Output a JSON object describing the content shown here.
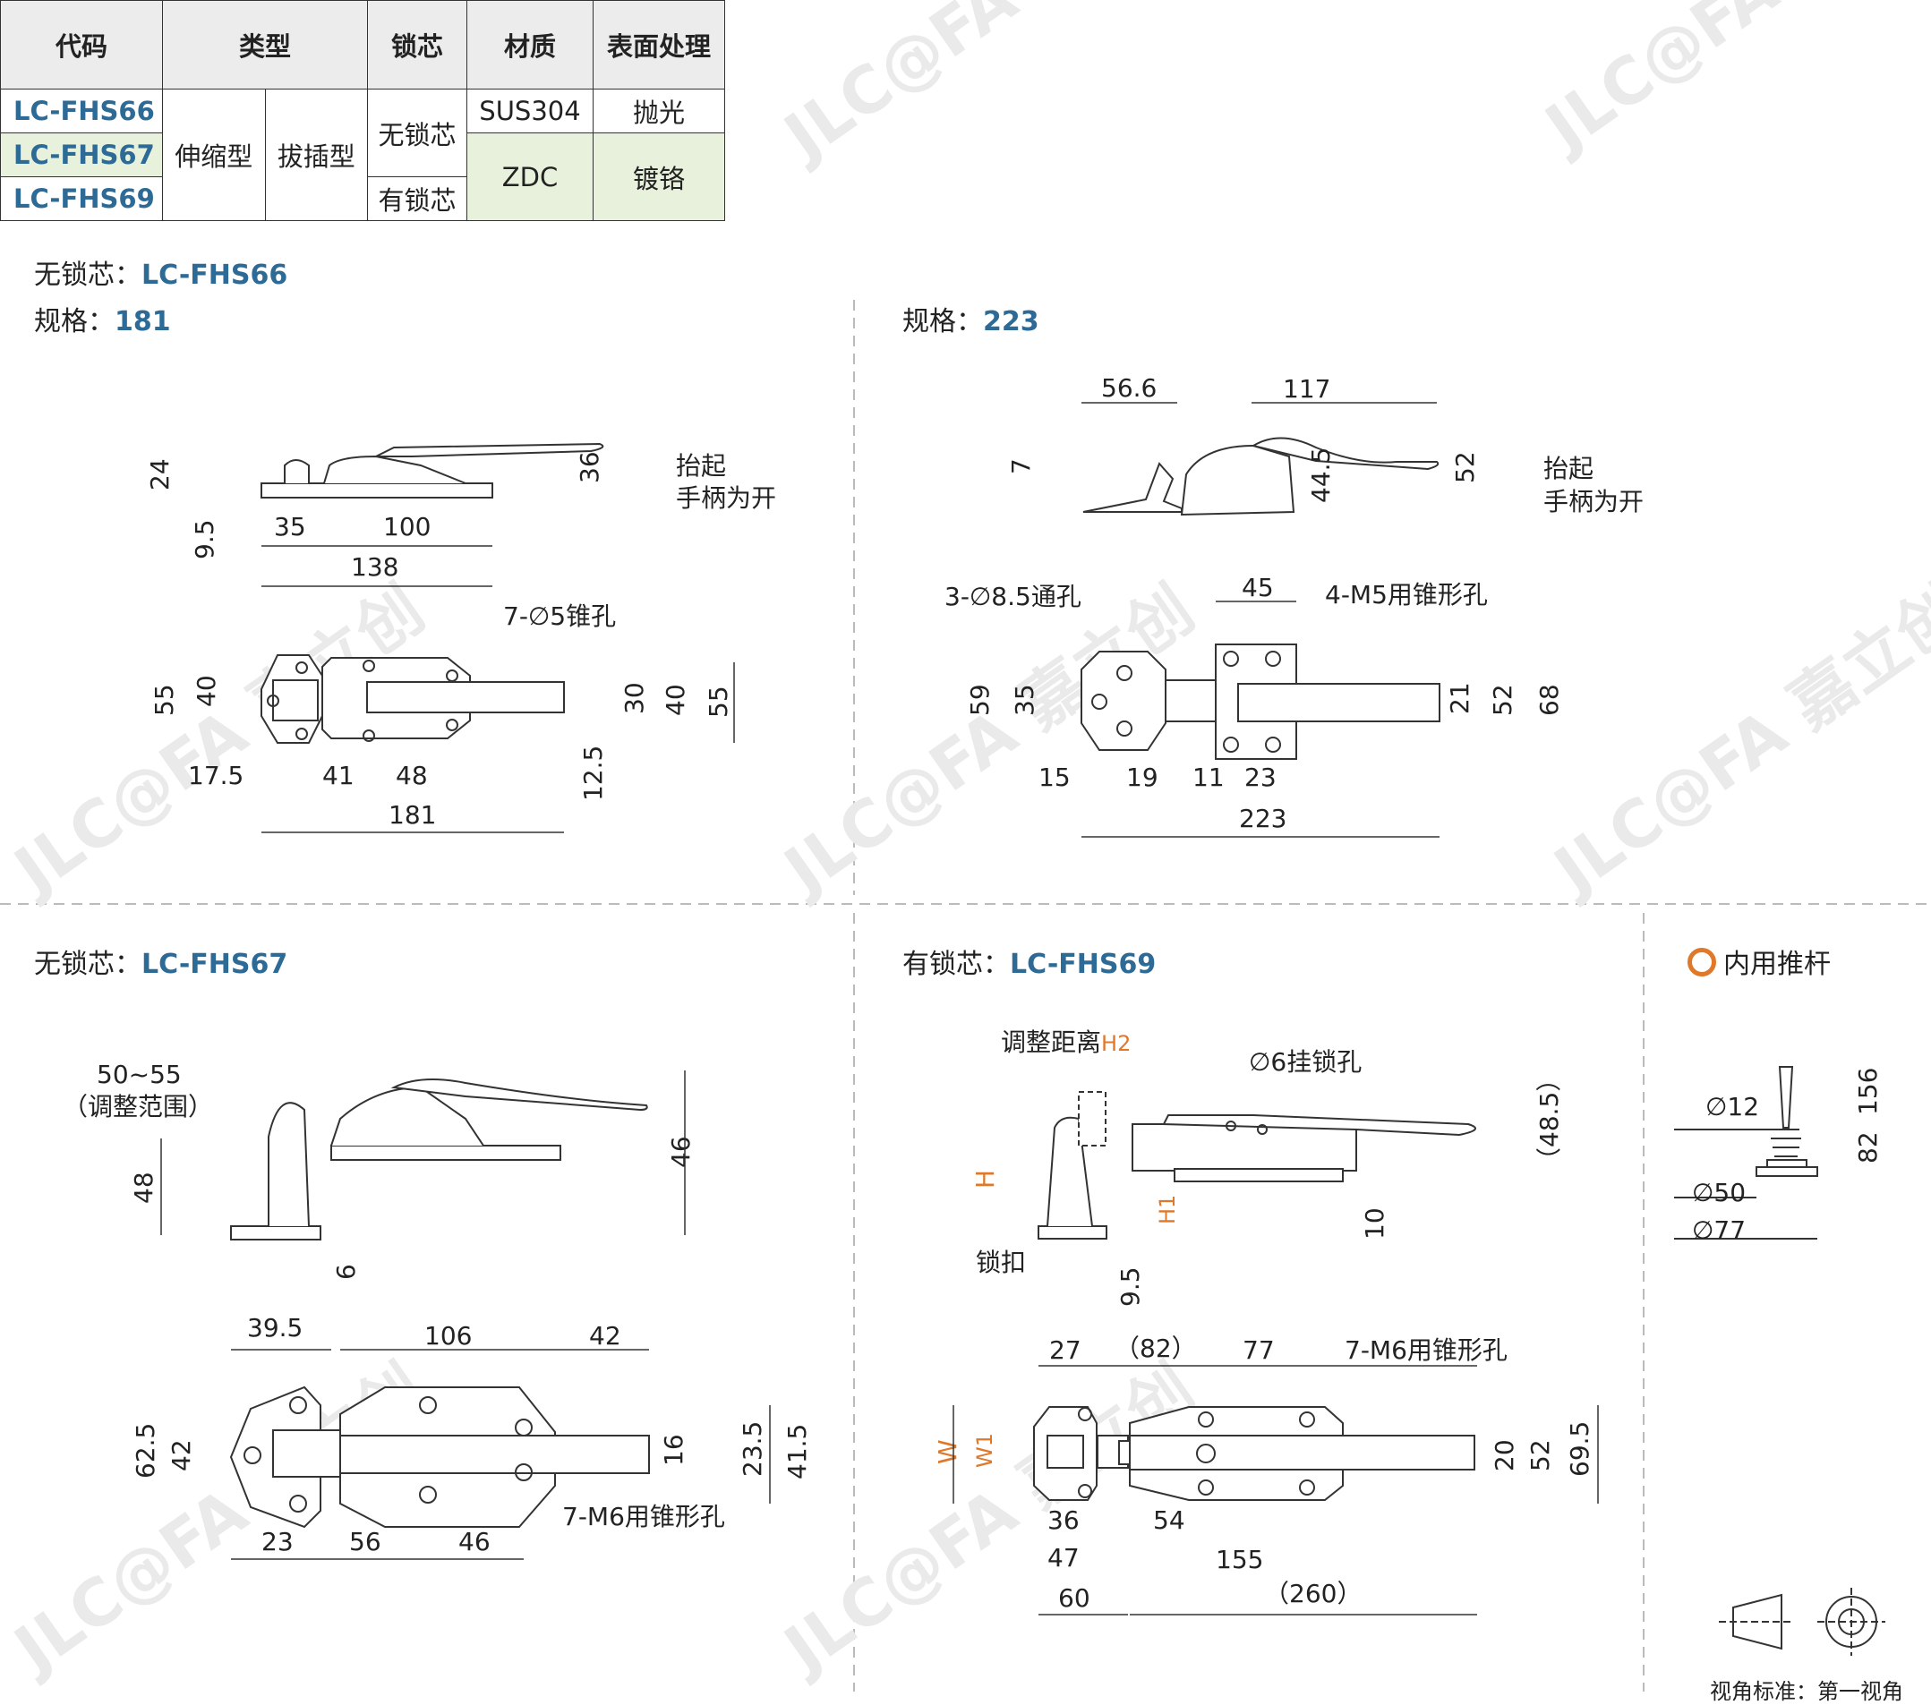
{
  "table": {
    "headers": [
      "代码",
      "类型",
      "锁芯",
      "材质",
      "表面处理"
    ],
    "rows": [
      {
        "code": "LC-FHS66"
      },
      {
        "code": "LC-FHS67"
      },
      {
        "code": "LC-FHS69"
      }
    ],
    "type_a": "伸缩型",
    "type_b": "拔插型",
    "lock_none": "无锁芯",
    "lock_yes": "有锁芯",
    "mat_1": "SUS304",
    "mat_2": "ZDC",
    "surf_1": "抛光",
    "surf_2": "镀铬"
  },
  "sections": {
    "s1_prefix": "无锁芯：",
    "s1_code": "LC-FHS66",
    "spec_prefix": "规格：",
    "spec_181": "181",
    "spec_223": "223",
    "s3_prefix": "无锁芯：",
    "s3_code": "LC-FHS67",
    "s4_prefix": "有锁芯：",
    "s4_code": "LC-FHS69",
    "s5_title": "内用推杆",
    "view_std": "视角标准：第一视角"
  },
  "notes": {
    "lift": "抬起",
    "lift2": "手柄为开",
    "hole_7x5": "7-∅5锥孔",
    "hole_3x85": "3-∅8.5通孔",
    "hole_4m5": "4-M5用锥形孔",
    "hole_7m6": "7-M6用锥形孔",
    "adjust_range": "50~55",
    "adjust_label": "（调整范围）",
    "adjust_dist": "调整距离",
    "h2": "H2",
    "hang_hole": "∅6挂锁孔",
    "lock_catch": "锁扣",
    "h": "H",
    "h1": "H1",
    "w": "W",
    "w1": "W1"
  },
  "dims": {
    "d181": {
      "v24": "24",
      "v95": "9.5",
      "v35": "35",
      "v100": "100",
      "v138": "138",
      "v36": "36",
      "v55a": "55",
      "v40a": "40",
      "v30": "30",
      "v40b": "40",
      "v55b": "55",
      "v175": "17.5",
      "v41": "41",
      "v48": "48",
      "v125": "12.5",
      "v181": "181"
    },
    "d223": {
      "v566": "56.6",
      "v117": "117",
      "v7": "7",
      "v445": "44.5",
      "v52a": "52",
      "v45": "45",
      "v59": "59",
      "v35": "35",
      "v21": "21",
      "v52b": "52",
      "v68": "68",
      "v15": "15",
      "v19": "19",
      "v11": "11",
      "v23": "23",
      "v223": "223"
    },
    "d67": {
      "v48": "48",
      "v6": "6",
      "v46": "46",
      "v395": "39.5",
      "v106": "106",
      "v42a": "42",
      "v625": "62.5",
      "v42b": "42",
      "v16": "16",
      "v235": "23.5",
      "v415": "41.5",
      "v23": "23",
      "v56": "56",
      "v46b": "46"
    },
    "d69": {
      "v485": "（48.5）",
      "v10": "10",
      "v95": "9.5",
      "v27": "27",
      "v82": "（82）",
      "v77": "77",
      "v20": "20",
      "v52": "52",
      "v695": "69.5",
      "v36": "36",
      "v54": "54",
      "v47": "47",
      "v155": "155",
      "v60": "60",
      "v260": "（260）"
    },
    "rod": {
      "v12": "∅12",
      "v50": "∅50",
      "v77": "∅77",
      "v156": "156",
      "v82": "82"
    }
  }
}
